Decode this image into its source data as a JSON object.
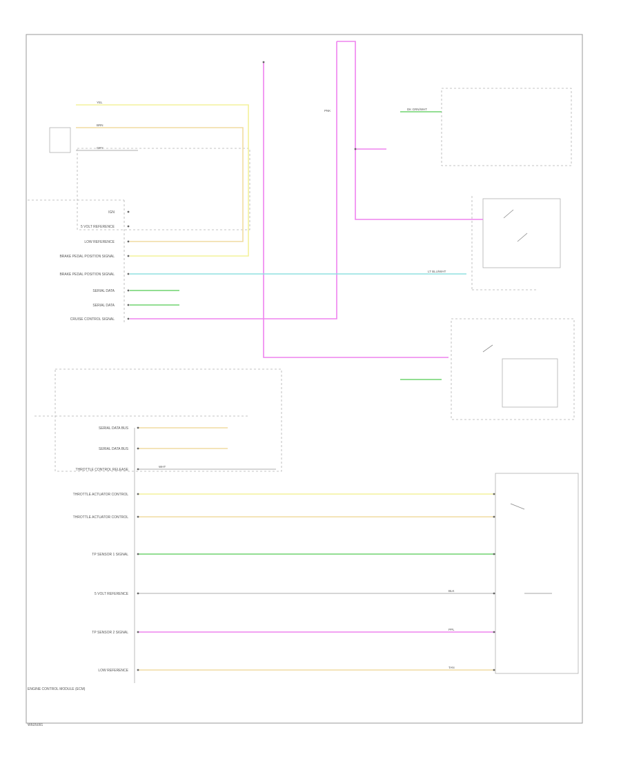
{
  "diagram": {
    "footer_code": "W6D5091",
    "title_block": "ENGINE CONTROL MODULE (ECM)",
    "left_labels": {
      "top": [
        "IGN",
        "5 VOLT REFERENCE",
        "LOW REFERENCE",
        "BRAKE PEDAL POSITION SIGNAL",
        "BRAKE PEDAL POSITION SIGNAL",
        "SERIAL DATA",
        "SERIAL DATA",
        "CRUISE CONTROL SIGNAL"
      ],
      "bottom": [
        "SERIAL DATA BUS",
        "SERIAL DATA BUS",
        "THROTTLE CONTROL RELEASE",
        "THROTTLE ACTUATOR CONTROL",
        "THROTTLE ACTUATOR CONTROL",
        "TP SENSOR 1 SIGNAL",
        "5 VOLT REFERENCE",
        "TP SENSOR 2 SIGNAL",
        "LOW REFERENCE"
      ]
    },
    "wire_colors": {
      "yellow": "#f4f29a",
      "tan": "#f0dca0",
      "green": "#6ed46e",
      "pink": "#ee82ee",
      "cyan": "#8fe0e0",
      "grey": "#c8c8c8",
      "frame": "#9a9a9a"
    },
    "wire_codes": [
      "YEL",
      "BRN",
      "GRY",
      "PNK",
      "DK GRN/WHT",
      "LT BLU/WHT",
      "WHT",
      "BLK",
      "TAN",
      "PPL"
    ]
  }
}
